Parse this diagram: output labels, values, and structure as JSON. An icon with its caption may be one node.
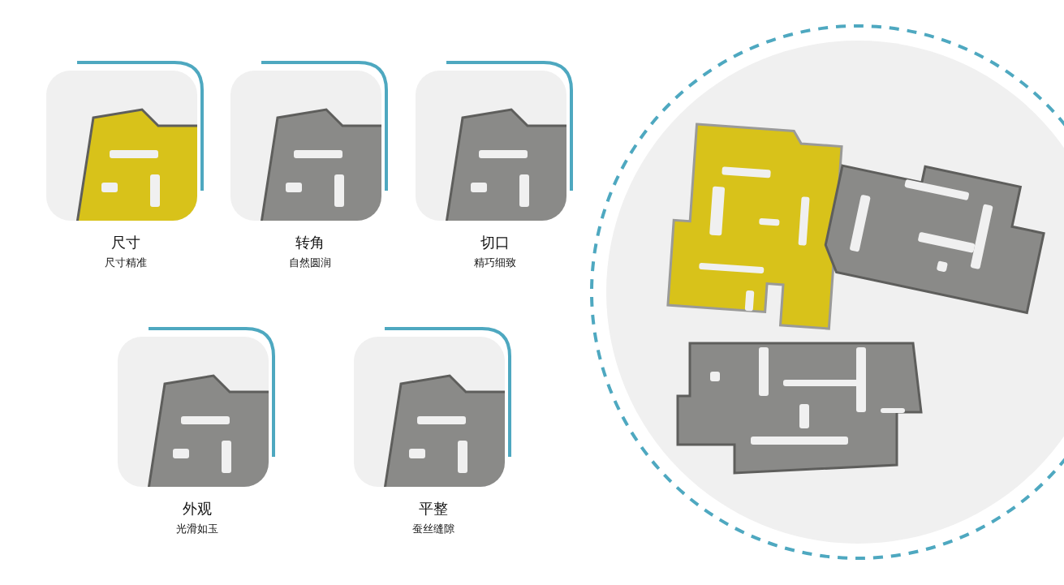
{
  "diagram": {
    "nodes": [
      {
        "text": [
          "尺寸",
          "尺寸精准"
        ]
      },
      {
        "text": [
          "转角",
          "自然圆润"
        ]
      },
      {
        "text": [
          "切口",
          "精巧细致"
        ]
      },
      {
        "text": [
          "外观",
          "光滑如玉"
        ]
      },
      {
        "text": [
          "平整",
          "蚕丝缝隙"
        ]
      },
      {
        "text": [],
        "shape": "picture"
      }
    ]
  }
}
